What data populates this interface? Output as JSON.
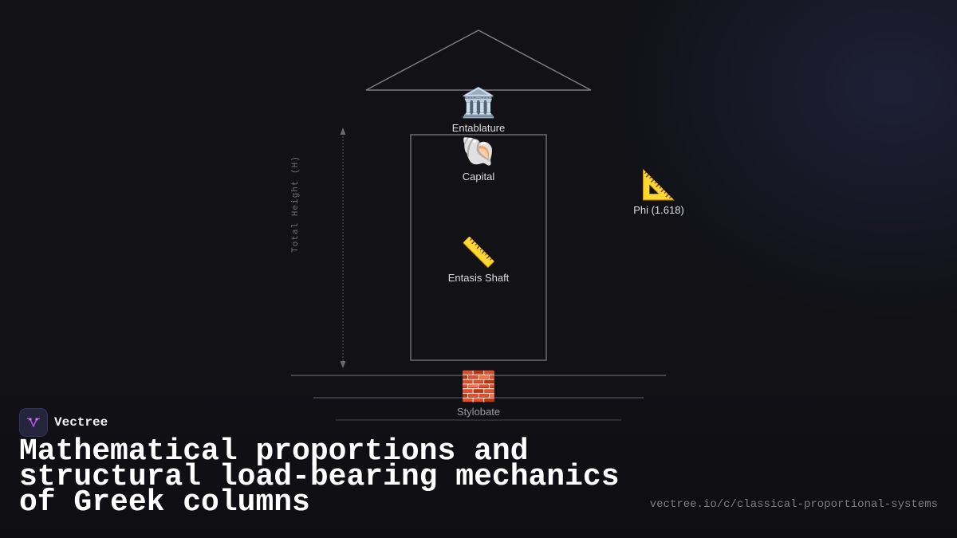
{
  "diagram": {
    "nodes": [
      {
        "id": "entablature",
        "label": "Entablature",
        "icon": "🏛️",
        "icon_name": "classical-building-icon"
      },
      {
        "id": "capital",
        "label": "Capital",
        "icon": "🐚",
        "icon_name": "spiral-shell-icon"
      },
      {
        "id": "shaft",
        "label": "Entasis Shaft",
        "icon": "📏",
        "icon_name": "straight-ruler-icon"
      },
      {
        "id": "phi",
        "label": "Phi (1.618)",
        "icon": "📐",
        "icon_name": "triangular-ruler-icon"
      },
      {
        "id": "stylobate",
        "label": "Stylobate",
        "icon": "🧱",
        "icon_name": "brick-icon"
      }
    ],
    "height_label": "Total Height (H)"
  },
  "brand": {
    "name": "Vectree"
  },
  "title": "Mathematical proportions and structural load-bearing mechanics of Greek columns",
  "url": "vectree.io/c/classical-proportional-systems",
  "colors": {
    "background": "#111116",
    "line": "#7a7a80",
    "brand_accent": "#b04ce0"
  }
}
